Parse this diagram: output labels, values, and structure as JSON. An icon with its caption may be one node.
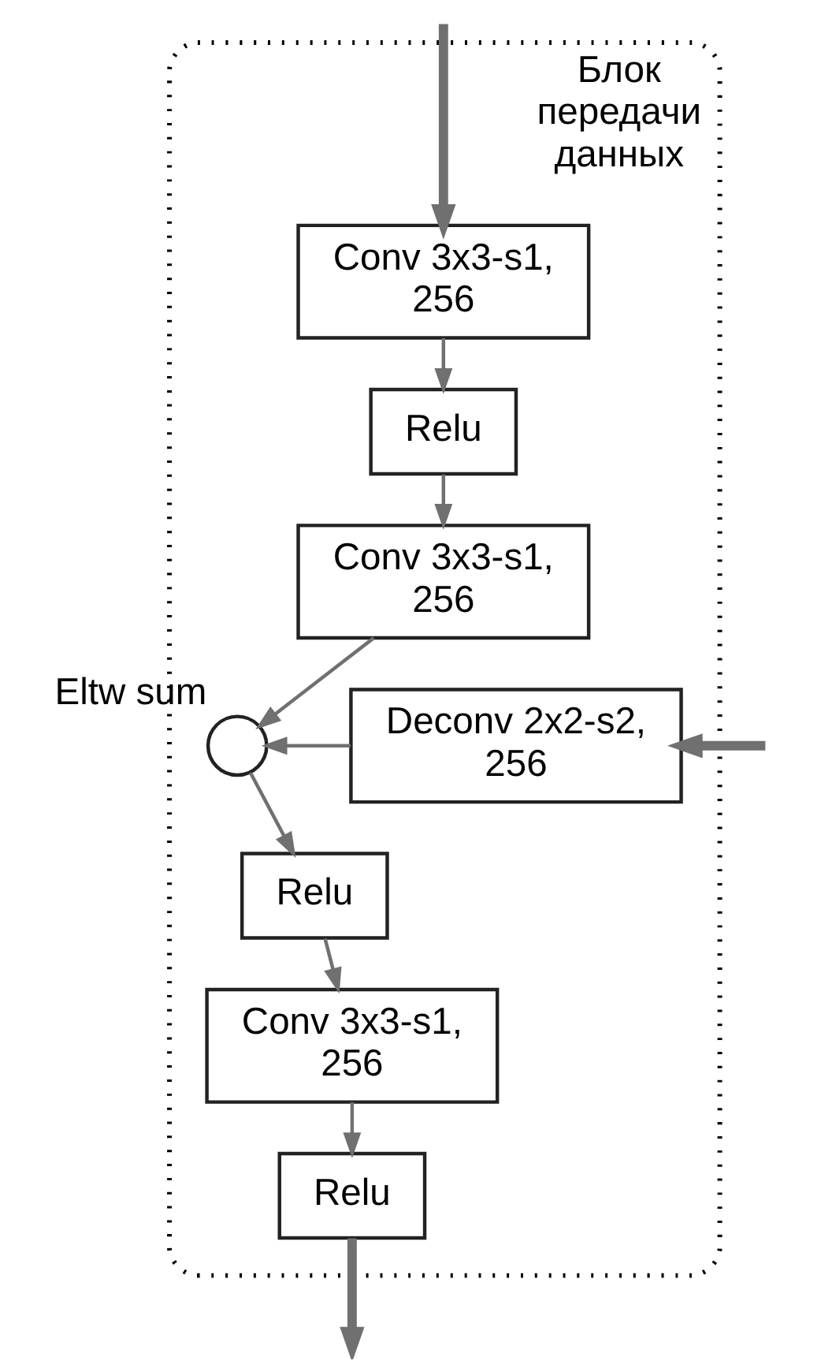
{
  "diagram": {
    "nodes": [
      {
        "text": [
          "Блок передачи данных"
        ]
      },
      {
        "text": [
          "Conv 3x3-s1, 256"
        ],
        "in": 0
      },
      {
        "text": [
          "Relu"
        ],
        "in": 0
      },
      {
        "text": [
          "Conv 3x3-s1, 256"
        ],
        "in": 0
      },
      {
        "text": [],
        "shape": "circle",
        "beside": [
          "Eltw sum"
        ],
        "in": 0
      },
      {
        "text": [
          "Relu"
        ],
        "in": 0
      },
      {
        "text": [
          "Conv 3x3-s1, 256"
        ],
        "in": 0
      },
      {
        "text": [
          "Relu"
        ],
        "in": 0
      },
      {
        "text": [
          "Deconv 2x2-s2, 256"
        ],
        "in": 0
      }
    ],
    "edges": [
      {
        "from": null,
        "to": 1,
        "arrow": "to",
        "style": "thick"
      },
      {
        "from": 1,
        "to": 2,
        "arrow": "to"
      },
      {
        "from": 2,
        "to": 3,
        "arrow": "to"
      },
      {
        "from": 3,
        "to": 4,
        "arrow": "to"
      },
      {
        "from": 8,
        "to": 4,
        "arrow": "to"
      },
      {
        "from": 4,
        "to": 5,
        "arrow": "to"
      },
      {
        "from": 5,
        "to": 6,
        "arrow": "to"
      },
      {
        "from": 6,
        "to": 7,
        "arrow": "to"
      },
      {
        "from": 7,
        "to": null,
        "arrow": "to",
        "style": "thick"
      },
      {
        "from": null,
        "to": 8,
        "arrow": "to",
        "style": "thick"
      }
    ]
  }
}
